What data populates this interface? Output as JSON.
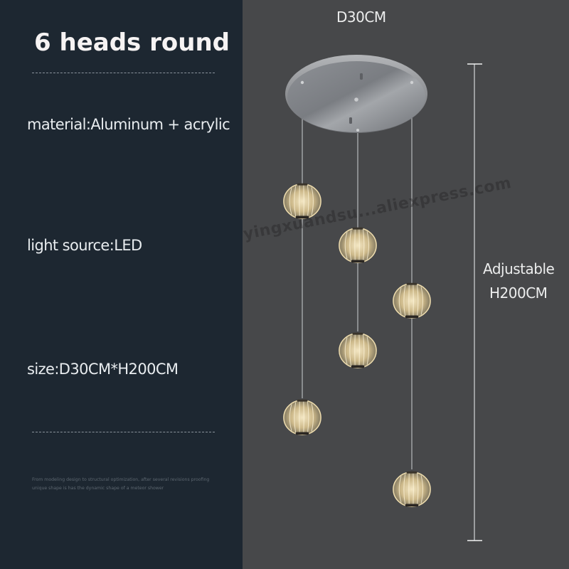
{
  "left_panel": {
    "title": "6 heads round",
    "specs": [
      {
        "label": "material",
        "value": "material:Aluminum + acrylic"
      },
      {
        "label": "light_source",
        "value": "light source:LED"
      },
      {
        "label": "size",
        "value": "size:D30CM*H200CM"
      }
    ],
    "fine_print": [
      "From modeling design to structural optimization, after several revisions proofing",
      "unique shape is has the dynamic shape of a meteor shower"
    ]
  },
  "product": {
    "diameter_label": "D30CM",
    "height_label_line1": "Adjustable",
    "height_label_line2": "H200CM",
    "heads": 6,
    "watermark": "yingxuandsu...aliexpress.com"
  },
  "colors": {
    "left_bg": "#1d2731",
    "right_bg": "#47484a",
    "text": "#eceded",
    "globe_glow": "#e9d7a6"
  }
}
